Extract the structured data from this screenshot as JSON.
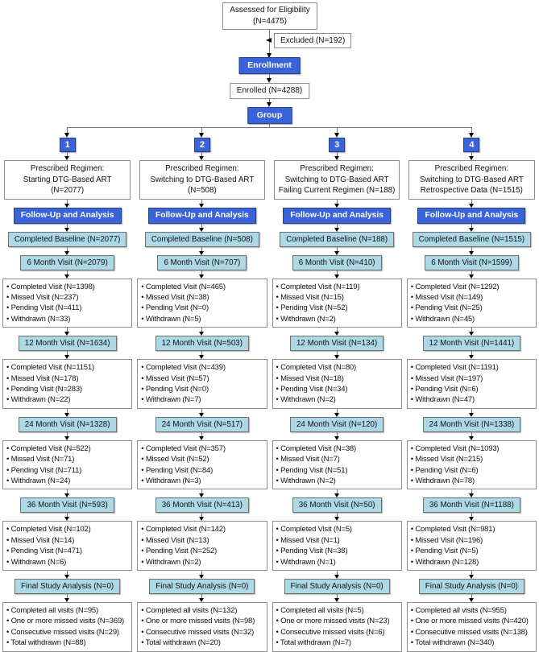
{
  "colors": {
    "blue": "#3a63d8",
    "blue_border": "#24418f",
    "light_blue": "#add9e6",
    "light_border": "#707070",
    "box_border": "#8c8c8c",
    "line": "#737373",
    "arrowhead": "#000000"
  },
  "top": {
    "assessed_line1": "Assessed for Eligibility",
    "assessed_line2": "(N=4475)",
    "excluded": "Excluded (N=192)",
    "enrollment": "Enrollment",
    "enrolled": "Enrolled (N=4288)",
    "group": "Group"
  },
  "labels": {
    "followup": "Follow-Up and Analysis"
  },
  "columns": [
    {
      "number": "1",
      "regimen_lines": [
        "Prescribed Regimen:",
        "Starting DTG-Based ART",
        "(N=2077)"
      ],
      "baseline": "Completed Baseline (N=2077)",
      "visits": [
        {
          "header": "6 Month Visit (N=2079)",
          "items": [
            "Completed Visit (N=1398)",
            "Missed Visit (N=237)",
            "Pending Visit (N=411)",
            "Withdrawn (N=33)"
          ]
        },
        {
          "header": "12 Month Visit (N=1634)",
          "items": [
            "Completed Visit (N=1151)",
            "Missed Visit (N=178)",
            "Pending Visit (N=283)",
            "Withdrawn (N=22)"
          ]
        },
        {
          "header": "24 Month Visit (N=1328)",
          "items": [
            "Completed Visit (N=522)",
            "Missed Visit (N=71)",
            "Pending Visit (N=711)",
            "Withdrawn (N=24)"
          ]
        },
        {
          "header": "36 Month Visit (N=593)",
          "items": [
            "Completed Visit (N=102)",
            "Missed Visit (N=14)",
            "Pending Visit (N=471)",
            "Withdrawn (N=6)"
          ]
        }
      ],
      "final_header": "Final Study Analysis (N=0)",
      "final_items": [
        "Completed all visits (N=95)",
        "One or more missed visits (N=369)",
        "Consecutive missed visits (N=29)",
        "Total withdrawn (N=88)"
      ]
    },
    {
      "number": "2",
      "regimen_lines": [
        "Prescribed Regimen:",
        "Switching to DTG-Based ART",
        "(N=508)"
      ],
      "baseline": "Completed Baseline (N=508)",
      "visits": [
        {
          "header": "6 Month Visit (N=707)",
          "items": [
            "Completed Visit (N=465)",
            "Missed Visit (N=38)",
            "Pending Visit (N=0)",
            "Withdrawn (N=5)"
          ]
        },
        {
          "header": "12 Month Visit (N=503)",
          "items": [
            "Completed Visit (N=439)",
            "Missed Visit (N=57)",
            "Pending Visit (N=0)",
            "Withdrawn (N=7)"
          ]
        },
        {
          "header": "24 Month Visit (N=517)",
          "items": [
            "Completed Visit (N=357)",
            "Missed Visit (N=52)",
            "Pending Visit (N=84)",
            "Withdrawn (N=3)"
          ]
        },
        {
          "header": "36 Month Visit (N=413)",
          "items": [
            "Completed Visit (N=142)",
            "Missed Visit (N=13)",
            "Pending Visit (N=252)",
            "Withdrawn (N=2)"
          ]
        }
      ],
      "final_header": "Final Study Analysis (N=0)",
      "final_items": [
        "Completed all visits (N=132)",
        "One or more missed visits (N=98)",
        "Consecutive missed visits (N=32)",
        "Total withdrawn (N=20)"
      ]
    },
    {
      "number": "3",
      "regimen_lines": [
        "Prescribed Regimen:",
        "Switching to DTG-Based ART",
        "Failing Current Regimen (N=188)"
      ],
      "baseline": "Completed Baseline (N=188)",
      "visits": [
        {
          "header": "6 Month Visit (N=410)",
          "items": [
            "Completed Visit (N=119)",
            "Missed Visit (N=15)",
            "Pending Visit (N=52)",
            "Withdrawn (N=2)"
          ]
        },
        {
          "header": "12 Month Visit (N=134)",
          "items": [
            "Completed Visit (N=80)",
            "Missed Visit (N=18)",
            "Pending Visit (N=34)",
            "Withdrawn (N=2)"
          ]
        },
        {
          "header": "24 Month Visit (N=120)",
          "items": [
            "Completed Visit (N=38)",
            "Missed Visit (N=7)",
            "Pending Visit (N=51)",
            "Withdrawn (N=2)"
          ]
        },
        {
          "header": "36 Month Visit (N=50)",
          "items": [
            "Completed Visit (N=5)",
            "Missed Visit (N=1)",
            "Pending Visit (N=38)",
            "Withdrawn (N=1)"
          ]
        }
      ],
      "final_header": "Final Study Analysis (N=0)",
      "final_items": [
        "Completed all visits (N=5)",
        "One or more missed visits (N=23)",
        "Consecutive missed visits (N=6)",
        "Total withdrawn (N=7)"
      ]
    },
    {
      "number": "4",
      "regimen_lines": [
        "Prescribed Regimen:",
        "Switching to DTG-Based ART",
        "Retrospective Data (N=1515)"
      ],
      "baseline": "Completed Baseline (N=1515)",
      "visits": [
        {
          "header": "6 Month Visit (N=1599)",
          "items": [
            "Completed Visit (N=1292)",
            "Missed Visit (N=149)",
            "Pending Visit (N=25)",
            "Withdrawn (N=45)"
          ]
        },
        {
          "header": "12 Month Visit (N=1441)",
          "items": [
            "Completed Visit (N=1191)",
            "Missed Visit (N=197)",
            "Pending Visit (N=6)",
            "Withdrawn (N=47)"
          ]
        },
        {
          "header": "24 Month Visit (N=1338)",
          "items": [
            "Completed Visit (N=1093)",
            "Missed Visit (N=215)",
            "Pending Visit (N=6)",
            "Withdrawn (N=78)"
          ]
        },
        {
          "header": "36 Month Visit (N=1188)",
          "items": [
            "Completed Visit (N=981)",
            "Missed Visit (N=196)",
            "Pending Visit (N=5)",
            "Withdrawn (N=128)"
          ]
        }
      ],
      "final_header": "Final Study Analysis (N=0)",
      "final_items": [
        "Completed all visits (N=955)",
        "One or more missed visits (N=420)",
        "Consecutive missed visits (N=138)",
        "Total withdrawn (N=340)"
      ]
    }
  ]
}
